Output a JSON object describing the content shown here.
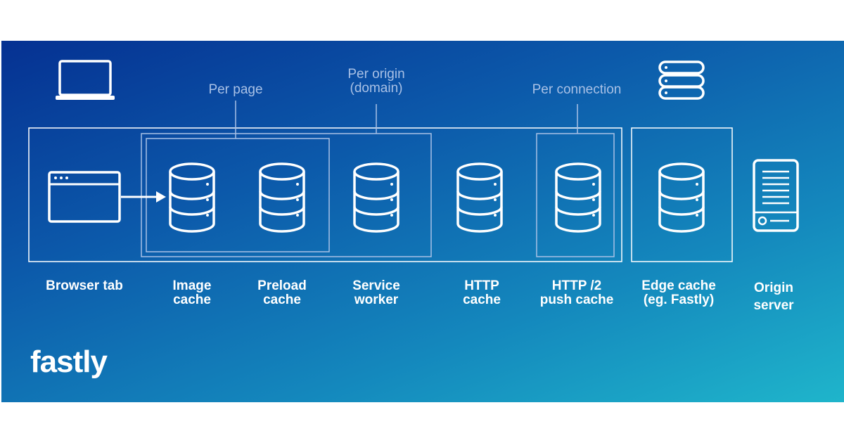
{
  "groups": {
    "per_page": "Per page",
    "per_origin": "Per origin\n(domain)",
    "per_connection": "Per connection"
  },
  "components": {
    "browser_tab": "Browser tab",
    "image_cache": "Image\ncache",
    "preload_cache": "Preload\ncache",
    "service_worker": "Service\nworker",
    "http_cache": "HTTP\ncache",
    "http2_push_cache": "HTTP /2\npush cache",
    "edge_cache": "Edge cache\n(eg. Fastly)",
    "origin_server": "Origin\nserver"
  },
  "brand": "fastly",
  "colors": {
    "gradient_start": "#053192",
    "gradient_end": "#1fb5cb",
    "line": "#ffffff",
    "group_line": "#a9c1e6"
  }
}
